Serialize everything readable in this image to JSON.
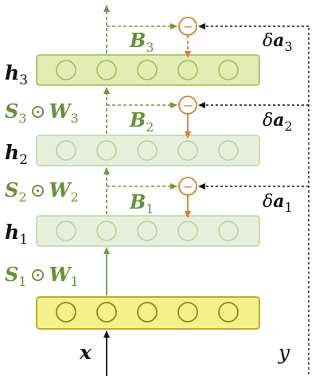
{
  "labels": {
    "h3": "h",
    "h3_sub": "3",
    "h2": "h",
    "h2_sub": "2",
    "h1": "h",
    "h1_sub": "1",
    "x": "x",
    "y": "y",
    "b3": "B",
    "b3_sub": "3",
    "b2": "B",
    "b2_sub": "2",
    "b1": "B",
    "b1_sub": "1",
    "sw3_s": "S",
    "sw3_s_sub": "3",
    "sw3_op": "⊙",
    "sw3_w": "W",
    "sw3_w_sub": "3",
    "sw2_s": "S",
    "sw2_s_sub": "2",
    "sw2_op": "⊙",
    "sw2_w": "W",
    "sw2_w_sub": "2",
    "sw1_s": "S",
    "sw1_s_sub": "1",
    "sw1_op": "⊙",
    "sw1_w": "W",
    "sw1_w_sub": "1",
    "da3_d": "δ",
    "da3_a": "a",
    "da3_sub": "3",
    "da2_d": "δ",
    "da2_a": "a",
    "da2_sub": "2",
    "da1_d": "δ",
    "da1_a": "a",
    "da1_sub": "1",
    "minus": "−"
  },
  "colors": {
    "green_text": "#6a8e3a",
    "green_line": "#6f9a44",
    "orange": "#e07a2e",
    "input_fill": "#f6f08a",
    "input_stroke": "#b8ae25",
    "h3_fill": "#e3ecb2",
    "h3_stroke": "#a9c06b",
    "h_light_fill": "#e7efdb",
    "h_light_stroke": "#c0d2a8",
    "black": "#111111"
  }
}
